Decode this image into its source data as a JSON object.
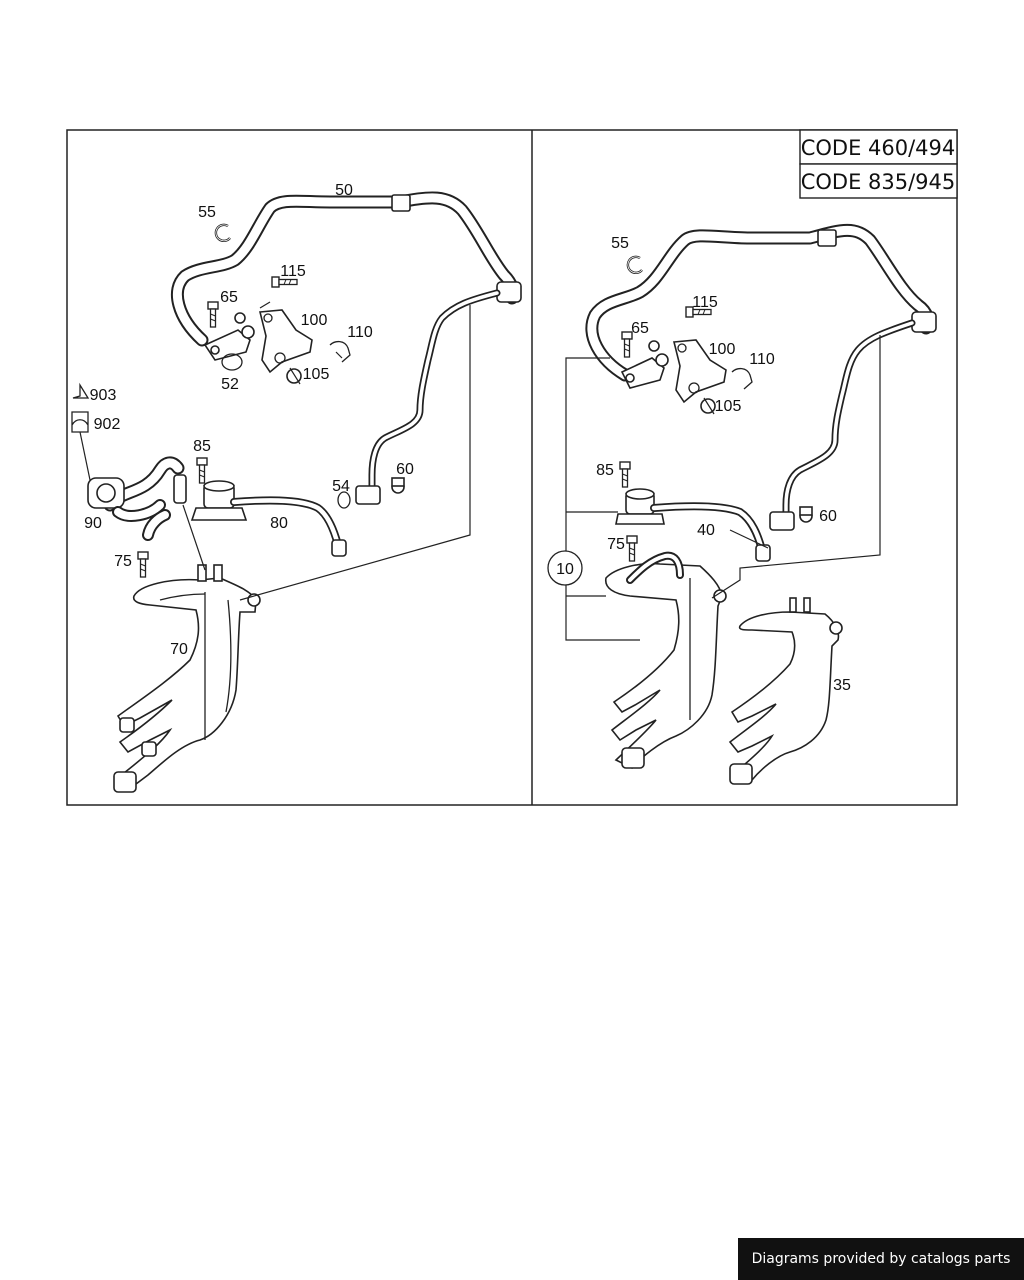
{
  "codes": [
    "CODE 460/494",
    "CODE 835/945"
  ],
  "left_labels": {
    "p50": "50",
    "p55": "55",
    "p115": "115",
    "p65": "65",
    "p100": "100",
    "p110": "110",
    "p52": "52",
    "p105": "105",
    "p903": "903",
    "p902": "902",
    "p85": "85",
    "p54": "54",
    "p60": "60",
    "p90": "90",
    "p80": "80",
    "p75": "75",
    "p70": "70"
  },
  "right_labels": {
    "p55": "55",
    "p115": "115",
    "p65": "65",
    "p100": "100",
    "p110": "110",
    "p105": "105",
    "p85": "85",
    "p40": "40",
    "p60": "60",
    "p75": "75",
    "p10": "10",
    "p35": "35"
  },
  "footer": "Diagrams provided by catalogs parts"
}
